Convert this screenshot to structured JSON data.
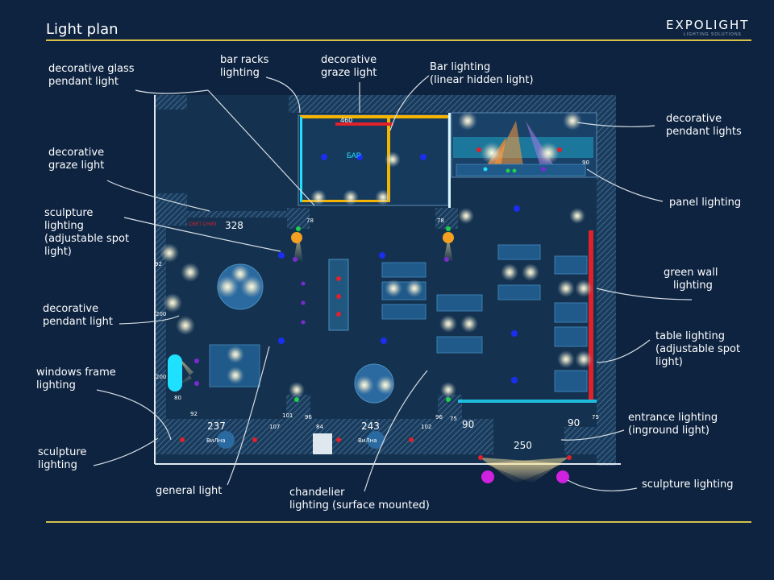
{
  "header": {
    "title": "Light plan",
    "brand": "EXPOLIGHT",
    "brand_sub": "LIGHTING SOLUTIONS"
  },
  "colors": {
    "background": "#0d2340",
    "accent": "#d8c04a",
    "wall": "#3d6c8f",
    "glow": "#f6f2d2",
    "dot_blue": "#1a2ef0",
    "dot_red": "#e0202a",
    "dot_purple": "#7a2bd0",
    "cyan": "#20e0ff"
  },
  "labels": {
    "glass_pendant": [
      "decorative glass",
      "pendant light"
    ],
    "graze_left": [
      "decorative",
      "graze light"
    ],
    "sculpture_adjustable": [
      "sculpture",
      "lighting",
      "(adjustable spot",
      "light)"
    ],
    "pendant_left": [
      "decorative",
      "pendant light"
    ],
    "windows_frame": [
      "windows frame",
      "lighting"
    ],
    "sculpture_left": [
      "sculpture",
      "lighting"
    ],
    "bar_racks": [
      "bar racks",
      "lighting"
    ],
    "graze_top": [
      "decorative",
      "graze light"
    ],
    "bar_lighting": [
      "Bar lighting",
      "(linear hidden light)"
    ],
    "pendants_right": [
      "decorative",
      "pendant lights"
    ],
    "panel": [
      "panel lighting"
    ],
    "green_wall": [
      "green wall",
      "lighting"
    ],
    "table": [
      "table lighting",
      "(adjustable spot",
      "light)"
    ],
    "entrance": [
      "entrance lighting",
      "(inground light)"
    ],
    "sculpture_right": [
      "sculpture lighting"
    ],
    "general": [
      "general light"
    ],
    "chandelier": [
      "chandelier",
      "lighting (surface mounted)"
    ]
  },
  "plan_text": {
    "bar": "БАР",
    "svet_sign": "СВЕТ СНИЗ",
    "top_dim": "460",
    "dims_large": [
      "328",
      "237",
      "243",
      "90",
      "90",
      "250"
    ],
    "dims_small": [
      "92",
      "200",
      "200",
      "80",
      "92",
      "107",
      "84",
      "102",
      "96",
      "75",
      "101",
      "96",
      "78",
      "78",
      "90",
      "75",
      "ВиЛна",
      "ВиЛна"
    ]
  }
}
